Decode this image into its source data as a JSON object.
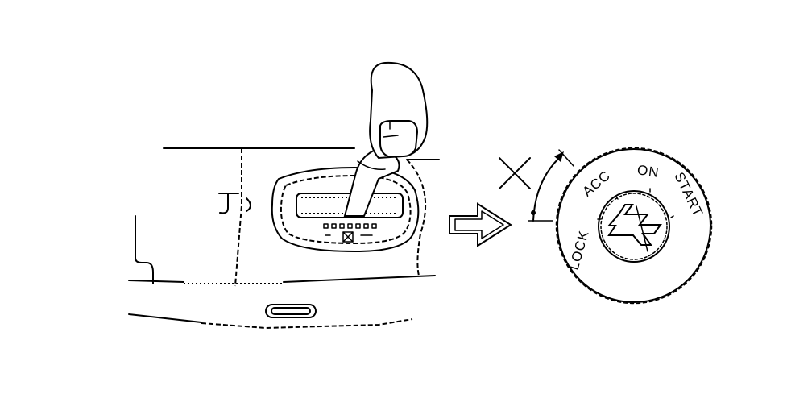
{
  "ignition": {
    "positions": [
      "LOCK",
      "ACC",
      "ON",
      "START"
    ]
  }
}
